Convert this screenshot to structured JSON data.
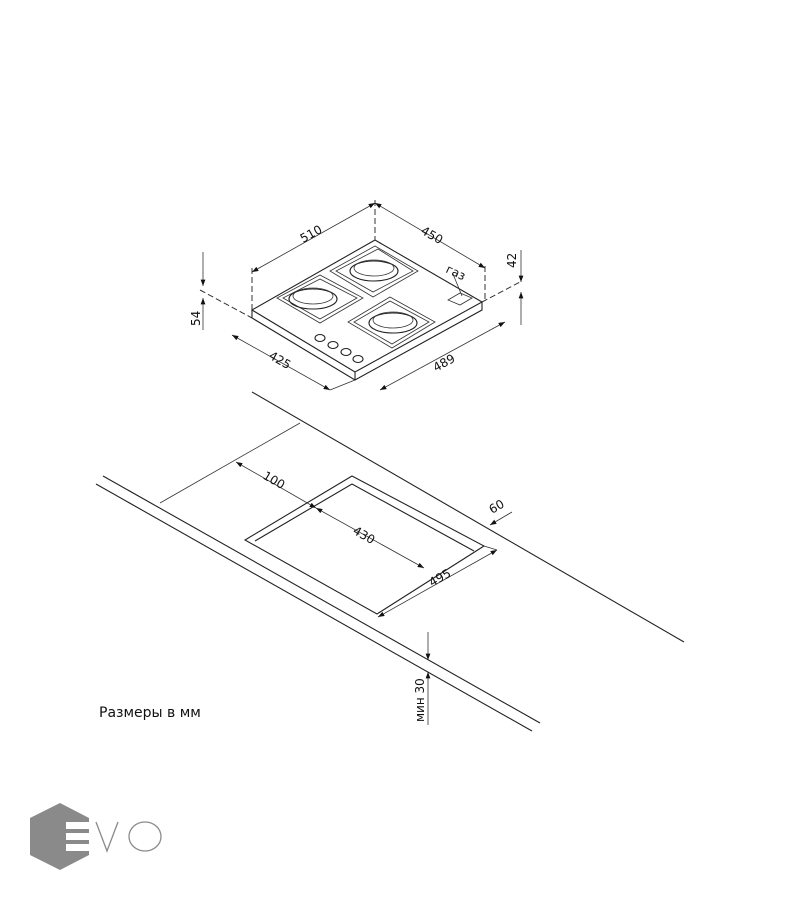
{
  "hob": {
    "dims": {
      "width_top": "510",
      "depth_top": "450",
      "height_left": "54",
      "height_right": "42",
      "width_bottom": "425",
      "depth_bottom": "489"
    },
    "gas_label": "газ"
  },
  "cutout": {
    "dims": {
      "offset_front": "100",
      "width": "430",
      "depth": "495",
      "offset_back": "60",
      "min_thickness": "мин 30"
    }
  },
  "note": "Размеры в мм",
  "logo": {
    "text": "EVO",
    "color": "#8a8a8a"
  }
}
